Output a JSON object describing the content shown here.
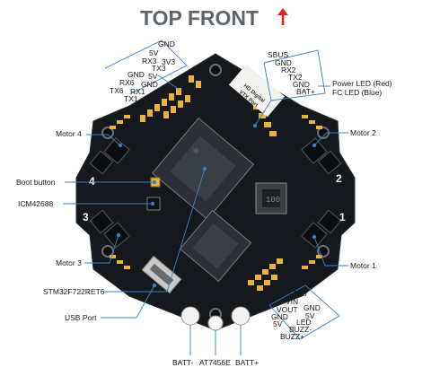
{
  "title": "TOP FRONT",
  "arrow_icon": "up-arrow-icon",
  "colors": {
    "title": "#5b6770",
    "arrow": "#e0211d",
    "board": "#15181c",
    "pad": "#e8b53a",
    "leader": "#3a7fc4"
  },
  "pinout_top_left": {
    "column_a": [
      "GND",
      "5V",
      "RX3",
      "TX3",
      "5V",
      "GND",
      "RX1",
      "TX1"
    ],
    "column_b": [
      "3V3",
      "GND",
      "RX6",
      "TX6"
    ]
  },
  "pinout_top_right": [
    "SBUS",
    "GND",
    "RX2",
    "TX2",
    "GND",
    "BAT+"
  ],
  "pinout_bottom_right": {
    "column_a": [
      "TX5",
      "VIN",
      "VOUT",
      "GND",
      "5V"
    ],
    "column_b": [
      "GND",
      "5V",
      "LED",
      "BUZZ-",
      "BUZZ+"
    ]
  },
  "callouts": {
    "motor4": "Motor 4",
    "motor2": "Motor 2",
    "motor3": "Motor 3",
    "motor1": "Motor 1",
    "boot_button": "Boot button",
    "imu": "ICM42688",
    "mcu": "STM32F722RET6",
    "usb_port": "USB Port",
    "power_led": "Power LED (Red)",
    "fc_led": "FC LED (Blue)",
    "batt_neg": "BATT-",
    "osd_chip": "AT7456E",
    "batt_pos": "BATT+"
  },
  "board_silkscreen": {
    "vtx_label_line1": "HD Digital",
    "vtx_label_line2": "VTX Port",
    "motor_numbers": [
      "1",
      "2",
      "3",
      "4"
    ],
    "inductor_marking": "100"
  }
}
